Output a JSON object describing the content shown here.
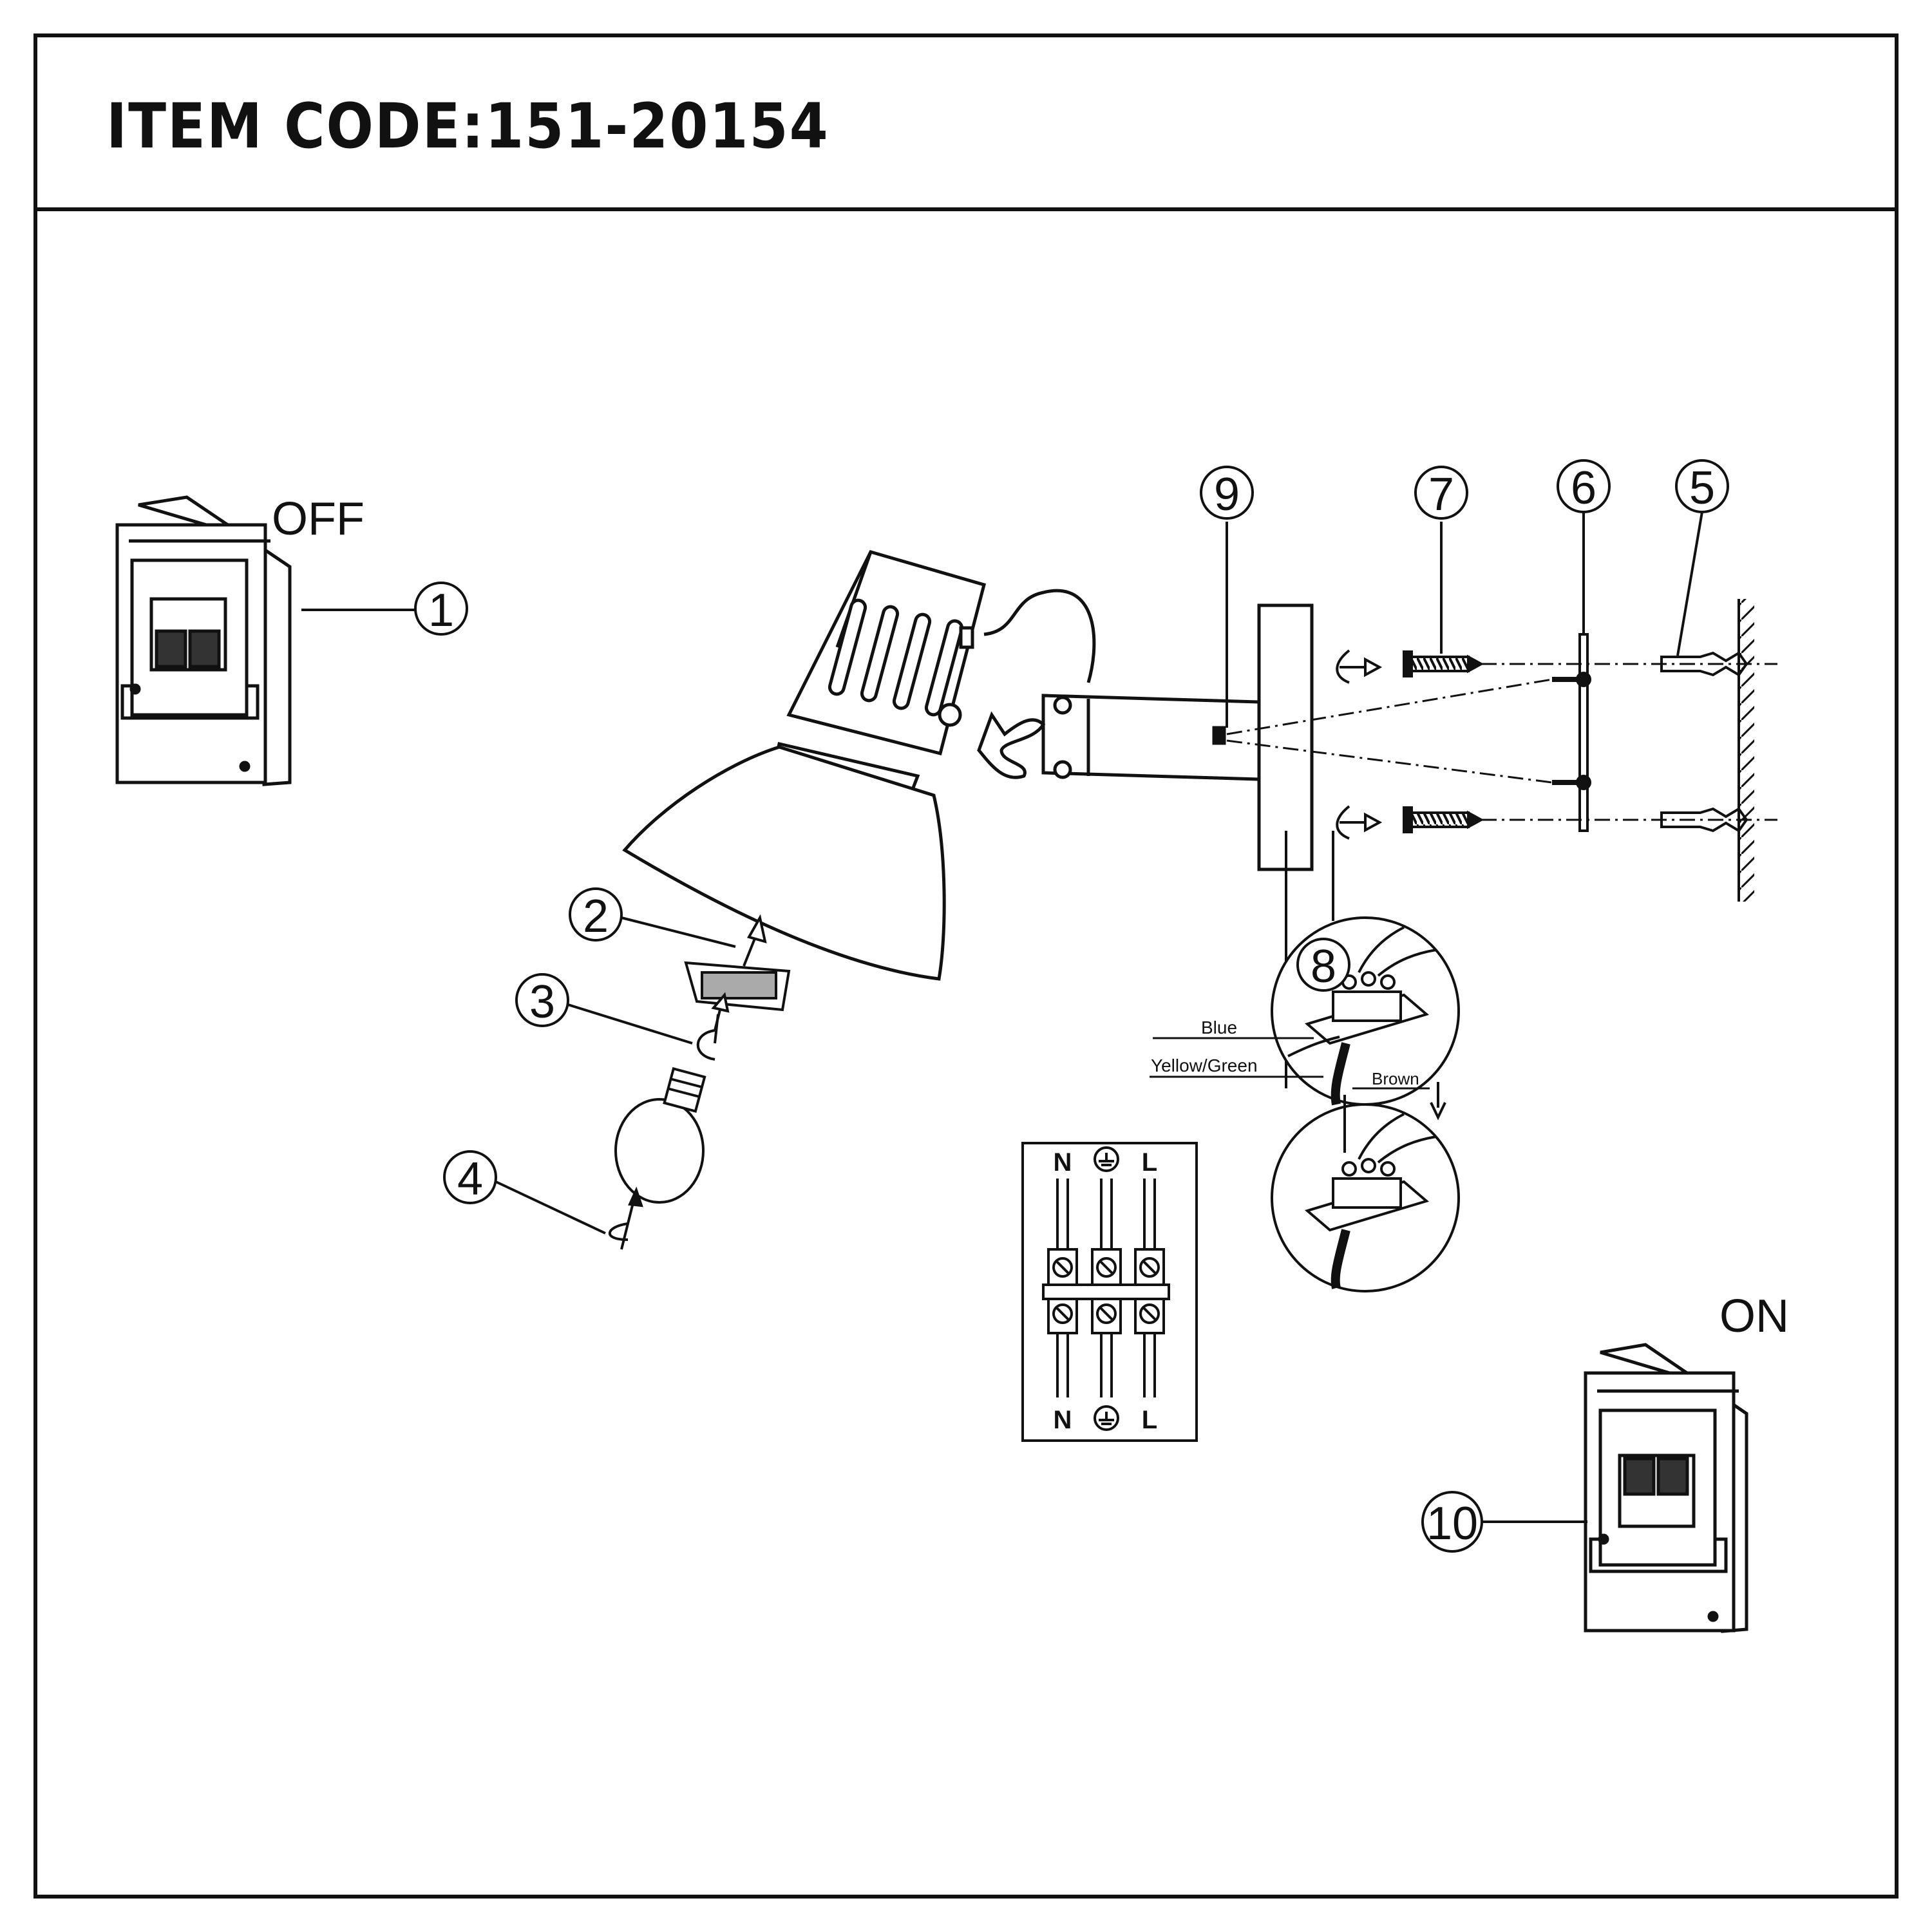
{
  "header": {
    "title": "ITEM CODE:151-20154"
  },
  "switch_off": {
    "label": "OFF",
    "callout": "1"
  },
  "switch_on": {
    "label": "ON",
    "callout": "10"
  },
  "callouts": {
    "c2": "2",
    "c3": "3",
    "c4": "4",
    "c5": "5",
    "c6": "6",
    "c7": "7",
    "c8": "8",
    "c9": "9"
  },
  "wiring": {
    "blue": "Blue",
    "yellow_green": "Yellow/Green",
    "brown": "Brown"
  },
  "terminal": {
    "n": "N",
    "l": "L"
  }
}
